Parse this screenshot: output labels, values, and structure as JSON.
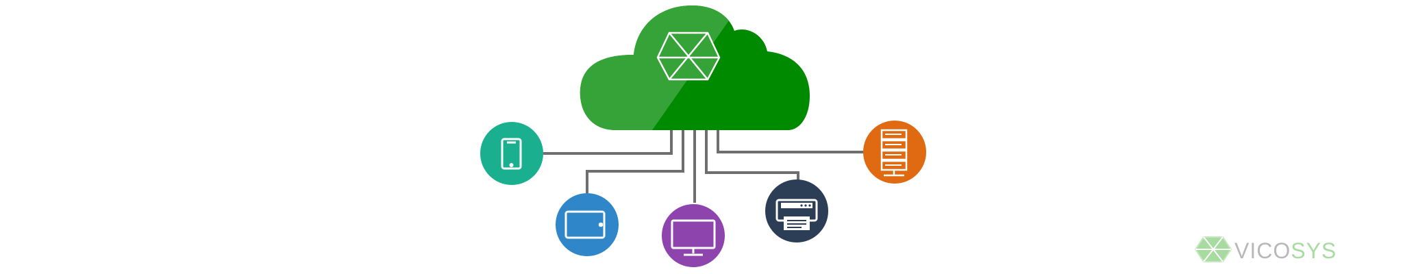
{
  "colors": {
    "cloud_light": "#36a338",
    "cloud_dark": "#008a00",
    "connector": "#6e6e6e",
    "phone": "#1aaf8e",
    "tablet": "#2f86c9",
    "monitor": "#8e44ad",
    "printer": "#2c3e56",
    "server": "#e06a12",
    "brand_gray": "#b8b8b8",
    "brand_green": "#a7dba0"
  },
  "devices": [
    {
      "name": "phone",
      "icon": "smartphone-icon"
    },
    {
      "name": "tablet",
      "icon": "tablet-icon"
    },
    {
      "name": "monitor",
      "icon": "monitor-icon"
    },
    {
      "name": "printer",
      "icon": "printer-icon"
    },
    {
      "name": "server",
      "icon": "server-icon"
    }
  ],
  "brand": {
    "part1": "VICO",
    "part2": "SYS"
  }
}
